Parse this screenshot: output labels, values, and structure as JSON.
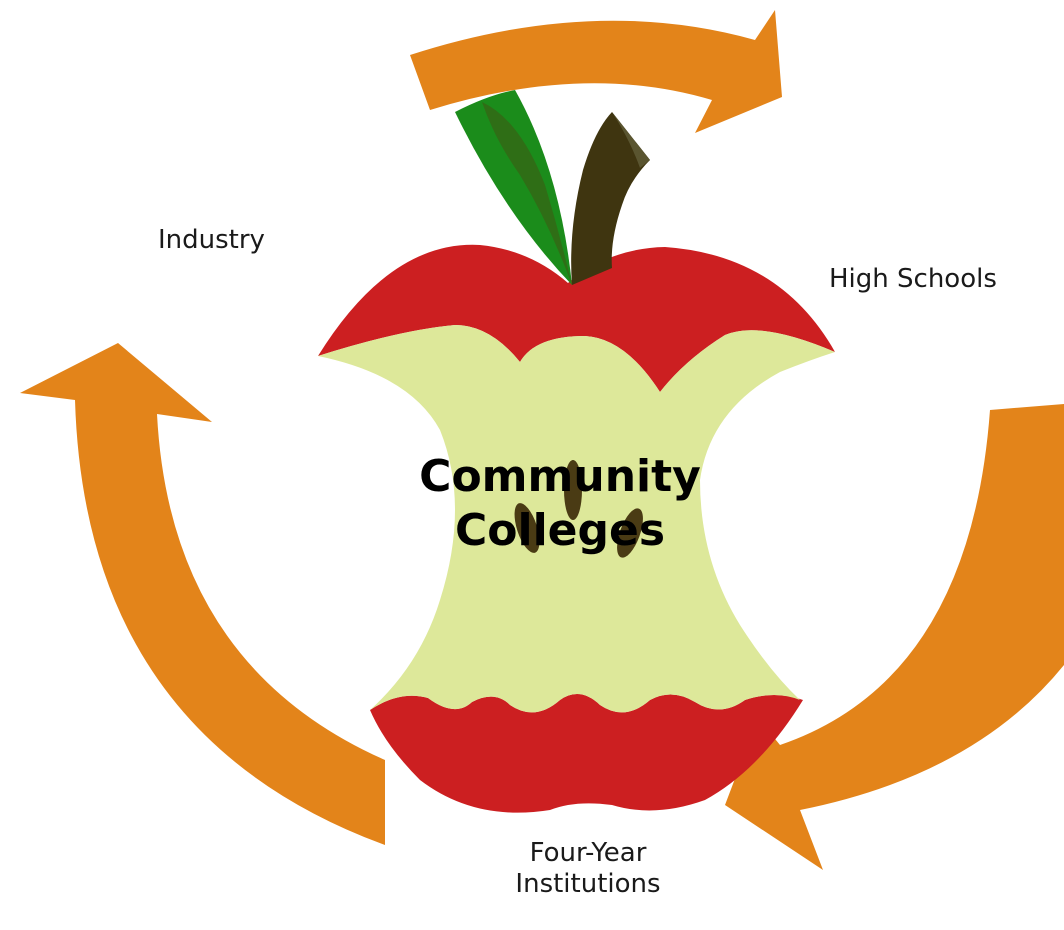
{
  "diagram": {
    "center": {
      "line1": "Community",
      "line2": "Colleges"
    },
    "nodes": {
      "industry": "Industry",
      "high_schools": "High Schools",
      "four_year_line1": "Four-Year",
      "four_year_line2": "Institutions"
    },
    "colors": {
      "arrow": "#e3841a",
      "apple_red": "#cc1f21",
      "apple_core": "#dde89a",
      "leaf_green": "#1b8c1b",
      "leaf_vein": "#2f6e16",
      "stem": "#3f3510",
      "seed": "#4a3b14"
    },
    "icons": [
      "apple-core-icon",
      "cycle-arrow-icon"
    ]
  }
}
